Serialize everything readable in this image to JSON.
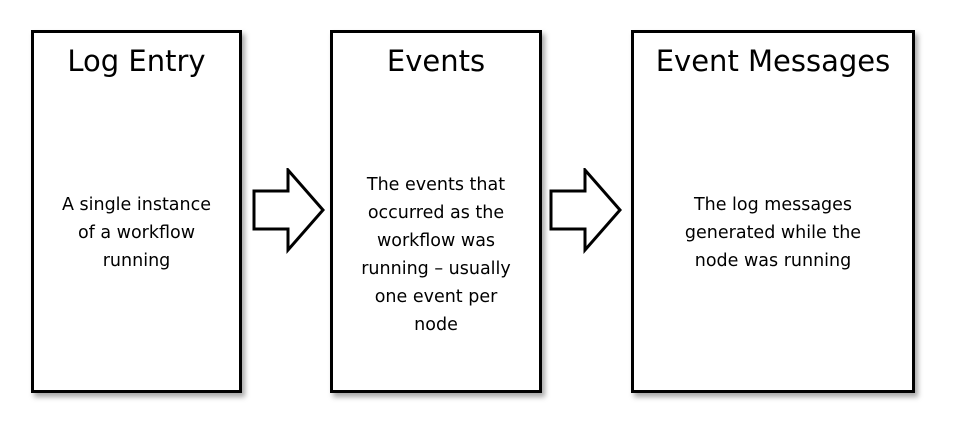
{
  "boxes": [
    {
      "title": "Log Entry",
      "lines": [
        "A single instance",
        "of a workflow",
        "running"
      ]
    },
    {
      "title": "Events",
      "lines": [
        "The events that",
        "occurred as the",
        "workflow was",
        "running – usually",
        "one event per",
        "node"
      ]
    },
    {
      "title": "Event Messages",
      "lines": [
        "The log messages",
        "generated while the",
        "node was running"
      ]
    }
  ],
  "arrows": [
    {
      "from": "Log Entry",
      "to": "Events",
      "icon": "block-arrow-right-icon"
    },
    {
      "from": "Events",
      "to": "Event Messages",
      "icon": "block-arrow-right-icon"
    }
  ]
}
